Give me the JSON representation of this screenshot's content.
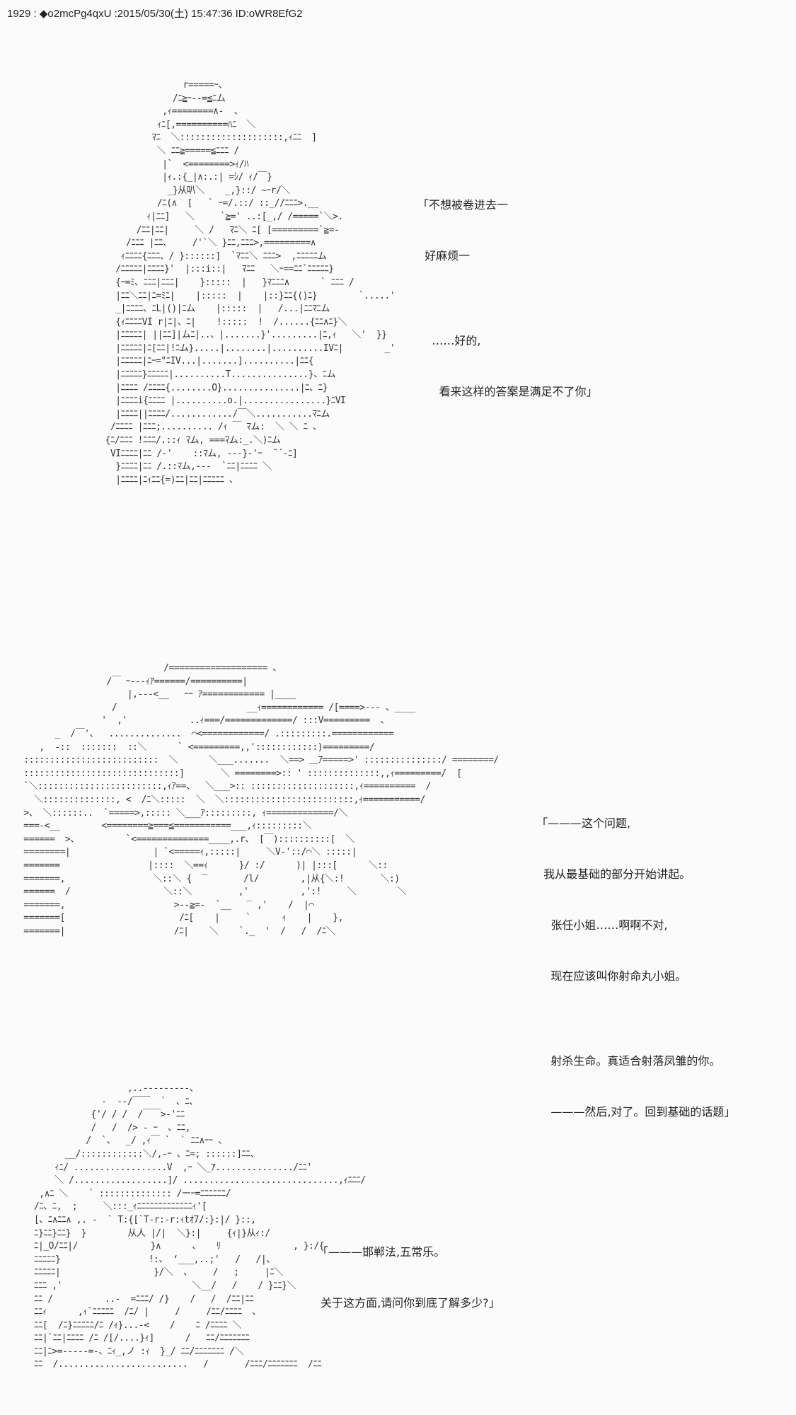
{
  "post": {
    "header": "1929 : ◆o2mcPg4qxU :2015/05/30(土) 15:47:36 ID:oWR8EfG2",
    "number": "1929",
    "trip": "◆o2mcPg4qxU",
    "date": "2015/05/30(土)",
    "time": "15:47:36",
    "id": "ID:oWR8EfG2"
  },
  "panels": [
    {
      "dialogue": [
        "「不想被卷进去一",
        "  好麻烦一",
        "",
        "    ……好的,",
        "      看来这样的答案是满足不了你」"
      ],
      "art": "                    r=====ｰ、\n                  /ﾆ≧ｰ--=≦ﾆム\n                ,ｨ========∧-  、\n               ｨﾆ[,==========ﾊﾆ  ＼\n              ﾏﾆ  ＼::::::::::::::::::::,ｨﾆﾆ  ]\n               ＼ ﾆﾆ≧=====≦ﾆﾆﾆ /\n                |`  <========>ｨ/ﾊ\n                |ｨ.:{_|∧:.:| =ｼ/ ｨ/￣}\n                 _}从叭＼    _,}::/ ~ｰr/＼\n               /ﾆ(∧  [   ` ｰ=/.::/ ::_//ﾆﾆﾆ>.__\n             ｨ|ﾆﾆ]   ＼     `≧=' ..:[_,/ /=====`＼>.\n           /ﾆﾆ|ﾆﾆ|     ＼ /   ﾏﾆ＼ ﾆ[ [=========`≧=-\n         /ﾆﾆﾆ |ﾆﾆ、    /'`＼ }ﾆﾆ,ﾆﾆﾆ>,=========∧\n        ｨﾆﾆﾆﾆ{ﾆﾆﾆ、/ }::::::]  `ﾏﾆﾆ＼ ﾆﾆﾆ>  ,ﾆﾆﾆﾆﾆム\n       /ﾆﾆﾆﾆﾆ|ﾆﾆﾆﾆ}'  |:::i::|   ﾏﾆﾆ   ＼ｰ==ﾆﾆ`ﾆﾆﾆﾆﾆ}\n       {ｰ=ﾐ、ﾆﾆﾆ|ﾆﾆﾆ|    }:::::  |   }ﾏﾆﾆﾆ∧      ` ﾆﾆﾆ / \n       |ﾆﾆ＼ﾆﾆ|ﾆ=ﾐﾆ|    |:::::  |    |::}ﾆﾆ{()ﾆ}        `.....'\n       _|ﾆﾆﾆﾆ、ﾆL|()|ﾆム    |:::::  |   /...|ﾆﾆﾏﾆム\n       {ｨﾆﾆﾆﾆVI r|ﾆ|、ﾆ|    !:::::  !  /......{ﾆﾆ∧ﾆ}＼\n       |ﾆﾆﾆﾆﾆ| ||ﾆﾆ]|ムﾆ|..、|.......}'.........|ﾆ,ｨ   ＼'  }}\n       |ﾆﾆﾆﾆﾆ|ﾆ[ﾆﾆ|!ﾆム}.....|........|..........IVﾆ|        _'\n       |ﾆﾆﾆﾆﾆ|ﾆｰ=\"ﾆIV...|.......]..........|ﾆﾆ{\n       |ﾆﾆﾆﾆﾆ}ﾆﾆﾆﾆﾆ|..........T...............}、ﾆム\n       |ﾆﾆﾆﾆ /ﾆﾆﾆﾆ{........O}...............|ﾆ、ﾆ}\n       |ﾆﾆﾆﾆi{ﾆﾆﾆﾆ |..........o.|................}ﾆVI\n       |ﾆﾆﾆﾆ||ﾆﾆﾆﾆ/............/￣＼...........ﾏﾆム\n      /ﾆﾆﾆﾆ |ﾆﾆﾆ;.......... /ｨ ￣ ﾏム:  ＼ ＼ ﾆ 、\n     {ﾆ/ﾆﾆﾆ !ﾆﾆﾆ/.::ｨ ﾏム, ===ﾏム:_.＼)ﾆム\n      VIﾆﾆﾆﾆ|ﾆﾆ /‐'    ::ﾏム, ---}-'ｰ  ¨´-ﾆ]\n       }ﾆﾆﾆﾆ|ﾆﾆ /.::ﾏム,---  `ﾆﾆ|ﾆﾆﾆﾆ ＼\n       |ﾆﾆﾆﾆ|ﾆｨﾆﾆ{=)ﾆﾆ|ﾆﾆ|ﾆﾆﾆﾆﾆ 、"
    },
    {
      "dialogue": [
        "「———这个问题,",
        "  我从最基础的部分开始讲起。",
        "    张任小姐……啊啊不对,",
        "    现在应该叫你射命丸小姐。",
        "",
        "    射杀生命。真适合射落凤雏的你。",
        "    ———然后,对了。回到基础的话题」"
      ],
      "art": "                               /=================== 、\n                    /￣ ｰ---ｨｱ======/==========|\n                        |,---<__   ｰｰ ｱ============ |____\n                     /                         __ｨ============ /[====>--- 、____\n                   '  ,'            ..ｨ===/=============/ :::V=========  、\n          _  /￣'、  ..............  ⌒<============/ .:::::::::.============\n       ,  -::  :::::::  ::＼      ` <=========,,'::::::::::::)=========/\n    ::::::::::::::::::::::::::  ＼      ＼___.......  ＼==> ＿ｱ=====>' :::::::::::::::/ ========/\n    ::::::::::::::::::::::::::::::]       ＼ ========>:: ' ::::::::::::::,,ｨ=========/  [\n    `＼::::::::::::::::::::::::,ｨｱ==、  ＼___>:: ::::::::::::::::::::,ｨ==========  /\n      ＼::::::::::::::, <  /ﾆ＼:::::  ＼  ＼:::::::::::::::::::::::::,ｨ===========/\n    >、 ＼::::::..  `=====>,::::: ＼___ｱ:::::::::, ｨ=============/＼\n    ===-<__        <========≧===≦===========___,ｨ:::::::::＼\n    ======  >、         `<==============____,.r、 [￣)::::::::::[  ＼\n    ========|                | `<=====ｨ,:::::|     ＼V-'::/⌒＼ :::::|\n    =======                 |::::  ＼==ｨ      }/ :/      )| |:::[      ＼::\n    =======,                 ＼::＼ {  ‾       /l/        ,|从{＼:!       ＼:)\n    ======  /                  ＼::＼         ,'          ,':!     ＼        ＼\n    =======,                     >--≧=-  `__   ‾ ,'    /  |⌒\n    =======[                      /ﾆ[    |     `      ｨ    |    },\n    =======|                     /ﾆ|    ＼    `._  '  /   /  /ﾆ＼"
    },
    {
      "dialogue": [
        "「———邯郸法,五常乐。",
        " 关于这方面,请问你到底了解多少?」"
      ],
      "art": "                        ,..-‐‐‐‐‐‐‐‐、\n                   -  -‐/￣￣  `  、ﾆ、\n                 {'/ / /  /￣￣>-'ﾆﾆ\n                 /   /  /> ‐ ｰ  、ﾆﾆ,\n                /  `、  _/ ,ｨ￣ `  ` ﾆﾆ∧ｰｰ 、\n            __/::::::::::::＼/,-ｰ 、ﾆ=; ::::::]ﾆﾆ、\n          ｨﾆ/ ..................V  ,ｰ ＼_ｱ.............../ﾆﾆ'\n          ＼ /..................]/ ..............................,ｨﾆﾆﾆ/\n       ,∧ﾆ ＼    ` :::::::::::::: /ーｰ=ﾆﾆﾆﾆﾆﾆ/\n      /ﾆ、ﾆ,  ;     ＼:::_ｨﾆﾆﾆﾆﾆﾆﾆﾆﾆﾆﾆﾆﾆｨ'[\n      [、ﾆ∧ﾆﾆ∧ ,. -  ` T:{[`T‐r:‐r:ｨtｵ7/:}:|/ }::,\n      ﾆ}ﾆﾆ}ﾆﾆ}  }        从人 |/|  ＼}:|     {ｨ|}从ｨ:/\n      ﾆ|_O/ﾆﾆ|/              }∧      、   ﾘ              , }:/{\n      ﾆﾆﾆﾆﾆ}                 !:、 ‘___,..;'   /   /|、\n      ﾆﾆﾆﾆﾆ|                  }/＼  、    /   ;     |ﾆ＼\n      ﾆﾆﾆ ,'                         ＼__/   /    / }ﾆﾆ}＼\n      ﾆﾆ /          ..-  =ﾆﾆﾆ/ /}    /   /  /ﾆﾆ|ﾆﾆ\n      ﾆﾆｨ      ,ｨ`ﾆﾆﾆﾆﾆ  /ﾆ/ |     /     /ﾆﾆ/ﾆﾆﾆﾆ  、\n      ﾆﾆ[  /ﾆ}ﾆﾆﾆﾆﾆ/ﾆ /ｨ}...-<    /    ﾆ /ﾆﾆﾆﾆ ＼\n      ﾆﾆ|`ﾆﾆ|ﾆﾆﾆﾆ /ﾆ /[/....}ｨ]      /   ﾆﾆ/ﾆﾆﾆﾆﾆﾆﾆ\n      ﾆﾆ|ﾆ>=-----=‐、ﾆｨ_,ノ :ｨ  }_/ ﾆﾆ/ﾆﾆﾆﾆﾆﾆﾆ /＼\n      ﾆﾆ  /.........................   /       /ﾆﾆﾆ/ﾆﾆﾆﾆﾆﾆﾆ  /ﾆﾆ"
    }
  ]
}
